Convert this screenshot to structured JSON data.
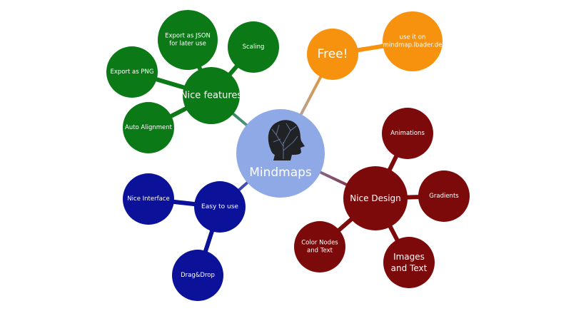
{
  "colors": {
    "background": "#ffffff",
    "root": "#8fa9e6",
    "green": "#0b7a16",
    "orange": "#f7920f",
    "blue": "#0b1199",
    "red": "#7d0a0a",
    "root_text": "#1a1a1a"
  },
  "root": {
    "label": "Mindmaps",
    "image_icon": "tree-head-silhouette-icon"
  },
  "branches": [
    {
      "key": "features",
      "label": "Nice features",
      "color": "green",
      "children": [
        {
          "key": "export-json",
          "lines": [
            "Export as JSON",
            "for later use"
          ]
        },
        {
          "key": "scaling",
          "lines": [
            "Scaling"
          ]
        },
        {
          "key": "export-png",
          "lines": [
            "Export as PNG"
          ]
        },
        {
          "key": "auto-alignment",
          "lines": [
            "Auto Alignment"
          ]
        }
      ]
    },
    {
      "key": "free",
      "label": "Free!",
      "color": "orange",
      "children": [
        {
          "key": "use-it-on",
          "lines": [
            "use it on",
            "mindmap.lbader.de"
          ]
        }
      ]
    },
    {
      "key": "easy",
      "label": "Easy to use",
      "color": "blue",
      "children": [
        {
          "key": "nice-interface",
          "lines": [
            "Nice Interface"
          ]
        },
        {
          "key": "drag-drop",
          "lines": [
            "Drag&Drop"
          ]
        }
      ]
    },
    {
      "key": "design",
      "label": "Nice Design",
      "color": "red",
      "children": [
        {
          "key": "animations",
          "lines": [
            "Animations"
          ]
        },
        {
          "key": "gradients",
          "lines": [
            "Gradients"
          ]
        },
        {
          "key": "color-nodes",
          "lines": [
            "Color Nodes",
            "and Text"
          ]
        },
        {
          "key": "images-text",
          "lines": [
            "Images",
            "and Text"
          ]
        }
      ]
    }
  ]
}
